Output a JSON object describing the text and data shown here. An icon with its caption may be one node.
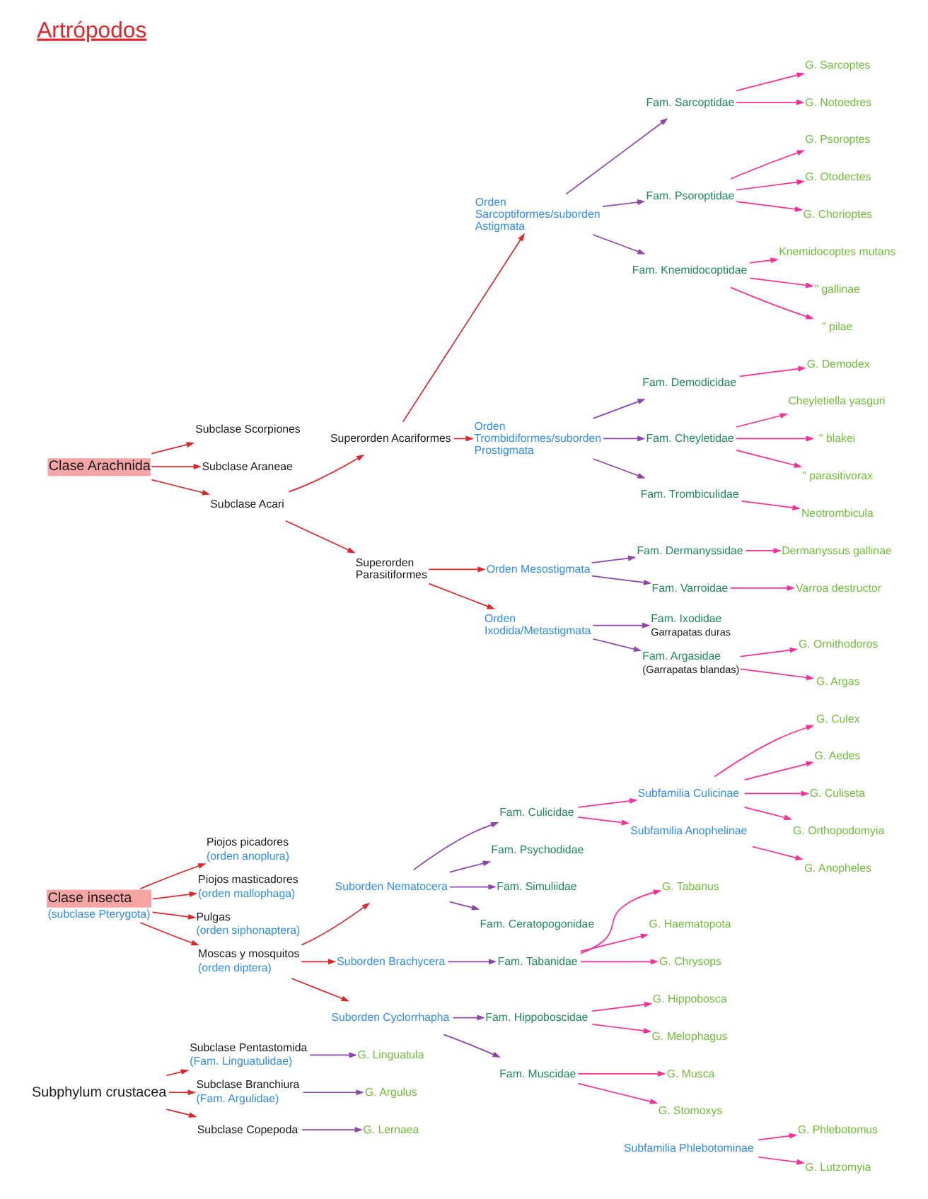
{
  "diagram": {
    "title": "Artrópodos",
    "nodes": [
      {
        "text": [
          "Clase Arachnida"
        ]
      },
      {
        "text": [
          "Subclase Scorpiones"
        ]
      },
      {
        "text": [
          "Subclase Araneae"
        ]
      },
      {
        "text": [
          "Subclase Acari"
        ]
      },
      {
        "text": [
          "Superorden Acariformes"
        ]
      },
      {
        "text": [
          "Superorden Parasitiformes"
        ]
      },
      {
        "text": [
          "Orden Sarcoptiformes/suborden Astigmata"
        ]
      },
      {
        "text": [
          "Fam. Sarcoptidae"
        ]
      },
      {
        "text": [
          "G. Sarcoptes"
        ]
      },
      {
        "text": [
          "G. Notoedres"
        ]
      },
      {
        "text": [
          "Fam. Psoroptidae"
        ]
      },
      {
        "text": [
          "G. Psoroptes"
        ]
      },
      {
        "text": [
          "G. Otodectes"
        ]
      },
      {
        "text": [
          "G. Chorioptes"
        ]
      },
      {
        "text": [
          "Fam. Knemidocoptidae"
        ]
      },
      {
        "text": [
          "Knemidocoptes mutans"
        ]
      },
      {
        "text": [
          "\" gallinae"
        ]
      },
      {
        "text": [
          "\" pilae"
        ]
      },
      {
        "text": [
          "Orden Trombidiformes/suborden Prostigmata"
        ]
      },
      {
        "text": [
          "Fam. Demodicidae"
        ]
      },
      {
        "text": [
          "G. Demodex"
        ]
      },
      {
        "text": [
          "Fam. Cheyletidae"
        ]
      },
      {
        "text": [
          "Cheyletiella yasguri"
        ]
      },
      {
        "text": [
          "\" blakei"
        ]
      },
      {
        "text": [
          "\" parasitivorax"
        ]
      },
      {
        "text": [
          "Fam. Trombiculidae"
        ]
      },
      {
        "text": [
          "Neotrombicula"
        ]
      },
      {
        "text": [
          "Orden Mesostigmata"
        ]
      },
      {
        "text": [
          "Fam. Dermanyssidae"
        ]
      },
      {
        "text": [
          "Dermanyssus gallinae"
        ]
      },
      {
        "text": [
          "Fam. Varroidae"
        ]
      },
      {
        "text": [
          "Varroa destructor"
        ]
      },
      {
        "text": [
          "Orden Ixodida/Metastigmata"
        ]
      },
      {
        "text": [
          "Fam. Ixodidae"
        ],
        "beside": [
          "Garrapatas duras"
        ]
      },
      {
        "text": [
          "Fam. Argasidae"
        ],
        "beside": [
          "(Garrapatas blandas)"
        ]
      },
      {
        "text": [
          "G. Ornithodoros"
        ]
      },
      {
        "text": [
          "G. Argas"
        ]
      },
      {
        "text": [
          "Clase insecta",
          "(subclase Pterygota)"
        ]
      },
      {
        "text": [
          "Piojos picadores",
          "(orden anoplura)"
        ]
      },
      {
        "text": [
          "Piojos masticadores",
          "(orden mallophaga)"
        ]
      },
      {
        "text": [
          "Pulgas",
          "(orden siphonaptera)"
        ]
      },
      {
        "text": [
          "Moscas y mosquitos",
          "(orden diptera)"
        ]
      },
      {
        "text": [
          "Suborden Nematocera"
        ]
      },
      {
        "text": [
          "Suborden Brachycera"
        ]
      },
      {
        "text": [
          "Suborden Cyclorrhapha"
        ]
      },
      {
        "text": [
          "Fam. Culicidae"
        ]
      },
      {
        "text": [
          "Subfamilia Culicinae"
        ]
      },
      {
        "text": [
          "G. Culex"
        ]
      },
      {
        "text": [
          "G. Aedes"
        ]
      },
      {
        "text": [
          "G. Culiseta"
        ]
      },
      {
        "text": [
          "G. Orthopodomyia"
        ]
      },
      {
        "text": [
          "Subfamilia Anophelinae"
        ]
      },
      {
        "text": [
          "G. Anopheles"
        ]
      },
      {
        "text": [
          "Fam. Psychodidae"
        ]
      },
      {
        "text": [
          "Subfamilia Phlebotominae"
        ]
      },
      {
        "text": [
          "G. Phlebotomus"
        ]
      },
      {
        "text": [
          "G. Lutzomyia"
        ]
      },
      {
        "text": [
          "Fam. Simuliidae"
        ]
      },
      {
        "text": [
          "Fam. Ceratopogonidae"
        ]
      },
      {
        "text": [
          "Fam. Tabanidae"
        ]
      },
      {
        "text": [
          "G. Tabanus"
        ]
      },
      {
        "text": [
          "G. Haematopota"
        ]
      },
      {
        "text": [
          "G. Chrysops"
        ]
      },
      {
        "text": [
          "Fam. Hippoboscidae"
        ]
      },
      {
        "text": [
          "G. Hippobosca"
        ]
      },
      {
        "text": [
          "G. Melophagus"
        ]
      },
      {
        "text": [
          "Fam. Muscidae"
        ]
      },
      {
        "text": [
          "G. Musca"
        ]
      },
      {
        "text": [
          "G. Stomoxys"
        ]
      },
      {
        "text": [
          "Subphylum crustacea"
        ]
      },
      {
        "text": [
          "Subclase Pentastomida",
          "(Fam. Linguatulidae)"
        ]
      },
      {
        "text": [
          "G. Linguatula"
        ]
      },
      {
        "text": [
          "Subclase Branchiura",
          "(Fam. Argulidae)"
        ]
      },
      {
        "text": [
          "G. Argulus"
        ]
      },
      {
        "text": [
          "Subclase Copepoda"
        ]
      },
      {
        "text": [
          "G. Lernaea"
        ]
      }
    ],
    "edges": [
      {
        "from": 0,
        "to": 1,
        "arrow": "to",
        "color": "#e0262b"
      },
      {
        "from": 0,
        "to": 2,
        "arrow": "to",
        "color": "#e0262b"
      },
      {
        "from": 0,
        "to": 3,
        "arrow": "to",
        "color": "#e0262b"
      },
      {
        "from": 3,
        "to": 4,
        "arrow": "to",
        "color": "#e0262b"
      },
      {
        "from": 3,
        "to": 5,
        "arrow": "to",
        "color": "#e0262b"
      },
      {
        "from": 4,
        "to": 6,
        "arrow": "to",
        "color": "#e0262b"
      },
      {
        "from": 4,
        "to": 18,
        "arrow": "to",
        "color": "#e0262b"
      },
      {
        "from": 5,
        "to": 27,
        "arrow": "to",
        "color": "#e0262b"
      },
      {
        "from": 5,
        "to": 32,
        "arrow": "to",
        "color": "#e0262b"
      },
      {
        "from": 6,
        "to": 7,
        "arrow": "to",
        "color": "#8e44ad"
      },
      {
        "from": 6,
        "to": 10,
        "arrow": "to",
        "color": "#8e44ad"
      },
      {
        "from": 6,
        "to": 14,
        "arrow": "to",
        "color": "#8e44ad"
      },
      {
        "from": 7,
        "to": 8,
        "arrow": "to"
      },
      {
        "from": 7,
        "to": 9,
        "arrow": "to"
      },
      {
        "from": 10,
        "to": 11,
        "arrow": "to"
      },
      {
        "from": 10,
        "to": 12,
        "arrow": "to"
      },
      {
        "from": 10,
        "to": 13,
        "arrow": "to"
      },
      {
        "from": 14,
        "to": 15,
        "arrow": "to"
      },
      {
        "from": 14,
        "to": 16,
        "arrow": "to"
      },
      {
        "from": 14,
        "to": 17,
        "arrow": "to"
      },
      {
        "from": 18,
        "to": 19,
        "arrow": "to",
        "color": "#8e44ad"
      },
      {
        "from": 18,
        "to": 21,
        "arrow": "to",
        "color": "#8e44ad"
      },
      {
        "from": 18,
        "to": 25,
        "arrow": "to",
        "color": "#8e44ad"
      },
      {
        "from": 19,
        "to": 20,
        "arrow": "to"
      },
      {
        "from": 21,
        "to": 22,
        "arrow": "to"
      },
      {
        "from": 21,
        "to": 23,
        "arrow": "to"
      },
      {
        "from": 21,
        "to": 24,
        "arrow": "to"
      },
      {
        "from": 25,
        "to": 26,
        "arrow": "to"
      },
      {
        "from": 27,
        "to": 28,
        "arrow": "to",
        "color": "#8e44ad"
      },
      {
        "from": 27,
        "to": 30,
        "arrow": "to",
        "color": "#8e44ad"
      },
      {
        "from": 28,
        "to": 29,
        "arrow": "to"
      },
      {
        "from": 30,
        "to": 31,
        "arrow": "to"
      },
      {
        "from": 32,
        "to": 33,
        "arrow": "to",
        "color": "#8e44ad"
      },
      {
        "from": 32,
        "to": 34,
        "arrow": "to",
        "color": "#8e44ad"
      },
      {
        "from": 34,
        "to": 35,
        "arrow": "to"
      },
      {
        "from": 34,
        "to": 36,
        "arrow": "to"
      },
      {
        "from": 37,
        "to": 38,
        "arrow": "to",
        "color": "#e0262b"
      },
      {
        "from": 37,
        "to": 39,
        "arrow": "to",
        "color": "#e0262b"
      },
      {
        "from": 37,
        "to": 40,
        "arrow": "to",
        "color": "#e0262b"
      },
      {
        "from": 37,
        "to": 41,
        "arrow": "to",
        "color": "#e0262b"
      },
      {
        "from": 41,
        "to": 42,
        "arrow": "to",
        "color": "#e0262b"
      },
      {
        "from": 41,
        "to": 43,
        "arrow": "to",
        "color": "#e0262b"
      },
      {
        "from": 41,
        "to": 44,
        "arrow": "to",
        "color": "#e0262b"
      },
      {
        "from": 42,
        "to": 45,
        "arrow": "to",
        "color": "#8e44ad"
      },
      {
        "from": 42,
        "to": 53,
        "arrow": "to",
        "color": "#8e44ad"
      },
      {
        "from": 42,
        "to": 57,
        "arrow": "to",
        "color": "#8e44ad"
      },
      {
        "from": 42,
        "to": 58,
        "arrow": "to",
        "color": "#8e44ad"
      },
      {
        "from": 43,
        "to": 59,
        "arrow": "to",
        "color": "#8e44ad"
      },
      {
        "from": 44,
        "to": 63,
        "arrow": "to",
        "color": "#8e44ad"
      },
      {
        "from": 44,
        "to": 66,
        "arrow": "to",
        "color": "#8e44ad"
      },
      {
        "from": 45,
        "to": 46,
        "arrow": "to"
      },
      {
        "from": 45,
        "to": 51,
        "arrow": "to"
      },
      {
        "from": 46,
        "to": 47,
        "arrow": "to"
      },
      {
        "from": 46,
        "to": 48,
        "arrow": "to"
      },
      {
        "from": 46,
        "to": 49,
        "arrow": "to"
      },
      {
        "from": 46,
        "to": 50,
        "arrow": "to"
      },
      {
        "from": 51,
        "to": 52,
        "arrow": "to"
      },
      {
        "from": 54,
        "to": 55,
        "arrow": "to"
      },
      {
        "from": 54,
        "to": 56,
        "arrow": "to"
      },
      {
        "from": 59,
        "to": 60,
        "arrow": "to"
      },
      {
        "from": 59,
        "to": 61,
        "arrow": "to"
      },
      {
        "from": 59,
        "to": 62,
        "arrow": "to"
      },
      {
        "from": 63,
        "to": 64,
        "arrow": "to"
      },
      {
        "from": 63,
        "to": 65,
        "arrow": "to"
      },
      {
        "from": 66,
        "to": 67,
        "arrow": "to"
      },
      {
        "from": 66,
        "to": 68,
        "arrow": "to"
      },
      {
        "from": 69,
        "to": 70,
        "arrow": "to",
        "color": "#e0262b"
      },
      {
        "from": 69,
        "to": 72,
        "arrow": "to",
        "color": "#e0262b"
      },
      {
        "from": 69,
        "to": 74,
        "arrow": "to",
        "color": "#e0262b"
      },
      {
        "from": 70,
        "to": 71,
        "arrow": "to",
        "color": "#8e44ad"
      },
      {
        "from": 72,
        "to": 73,
        "arrow": "to",
        "color": "#8e44ad"
      },
      {
        "from": 74,
        "to": 75,
        "arrow": "to",
        "color": "#8e44ad"
      }
    ]
  }
}
